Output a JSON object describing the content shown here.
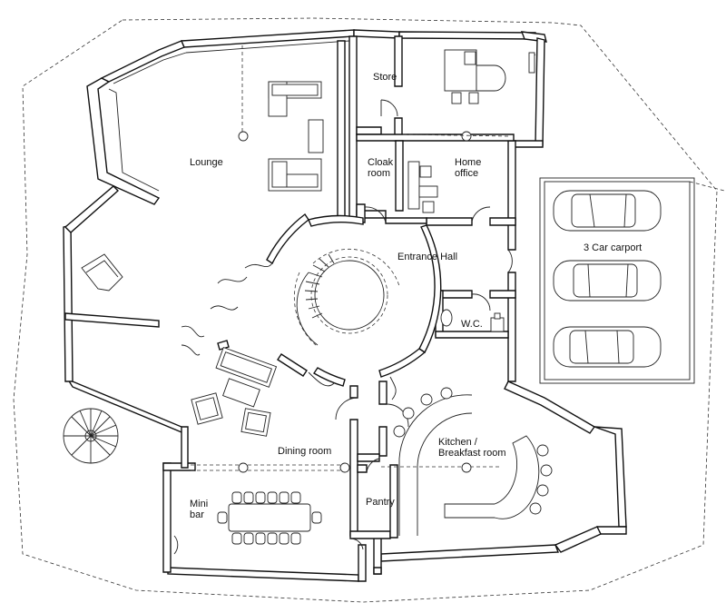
{
  "rooms": {
    "lounge": "Lounge",
    "store": "Store",
    "cloak_line1": "Cloak",
    "cloak_line2": "room",
    "home_office_line1": "Home",
    "home_office_line2": "office",
    "entrance_hall": "Entrance Hall",
    "carport": "3 Car carport",
    "wc": "W.C.",
    "kitchen_line1": "Kitchen /",
    "kitchen_line2": "Breakfast room",
    "dining_room": "Dining room",
    "mini_bar_line1": "Mini",
    "mini_bar_line2": "bar",
    "pantry": "Pantry"
  }
}
